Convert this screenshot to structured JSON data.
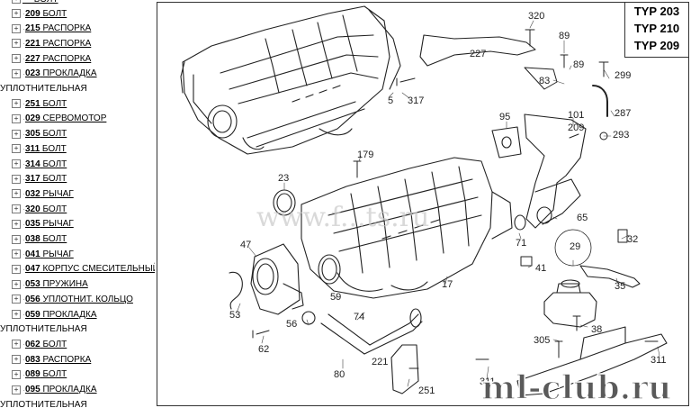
{
  "parts_list": {
    "top_partial": "··· БОЛТ",
    "items": [
      {
        "kind": "part",
        "num": "209",
        "name": "БОЛТ"
      },
      {
        "kind": "part",
        "num": "215",
        "name": "РАСПОРКА"
      },
      {
        "kind": "part",
        "num": "221",
        "name": "РАСПОРКА"
      },
      {
        "kind": "part",
        "num": "227",
        "name": "РАСПОРКА"
      },
      {
        "kind": "part",
        "num": "023",
        "name": "ПРОКЛАДКА"
      },
      {
        "kind": "group",
        "label": "УПЛОТНИТЕЛЬНАЯ"
      },
      {
        "kind": "part",
        "num": "251",
        "name": "БОЛТ"
      },
      {
        "kind": "part",
        "num": "029",
        "name": "СЕРВОМОТОР"
      },
      {
        "kind": "part",
        "num": "305",
        "name": "БОЛТ"
      },
      {
        "kind": "part",
        "num": "311",
        "name": "БОЛТ"
      },
      {
        "kind": "part",
        "num": "314",
        "name": "БОЛТ"
      },
      {
        "kind": "part",
        "num": "317",
        "name": "БОЛТ"
      },
      {
        "kind": "part",
        "num": "032",
        "name": "РЫЧАГ"
      },
      {
        "kind": "part",
        "num": "320",
        "name": "БОЛТ"
      },
      {
        "kind": "part",
        "num": "035",
        "name": "РЫЧАГ"
      },
      {
        "kind": "part",
        "num": "038",
        "name": "БОЛТ"
      },
      {
        "kind": "part",
        "num": "041",
        "name": "РЫЧАГ"
      },
      {
        "kind": "part",
        "num": "047",
        "name": "КОРПУС СМЕСИТЕЛЬНЫЙ"
      },
      {
        "kind": "part",
        "num": "053",
        "name": "ПРУЖИНА"
      },
      {
        "kind": "part",
        "num": "056",
        "name": "УПЛОТНИТ. КОЛЬЦО"
      },
      {
        "kind": "part",
        "num": "059",
        "name": "ПРОКЛАДКА"
      },
      {
        "kind": "group",
        "label": "УПЛОТНИТЕЛЬНАЯ"
      },
      {
        "kind": "part",
        "num": "062",
        "name": "БОЛТ"
      },
      {
        "kind": "part",
        "num": "083",
        "name": "РАСПОРКА"
      },
      {
        "kind": "part",
        "num": "089",
        "name": "БОЛТ"
      },
      {
        "kind": "part",
        "num": "095",
        "name": "ПРОКЛАДКА"
      },
      {
        "kind": "group",
        "label": "УПЛОТНИТЕЛЬНАЯ"
      }
    ]
  },
  "diagram": {
    "typ_labels": [
      "TYP 203",
      "TYP 210",
      "TYP 209"
    ],
    "watermarks": [
      "www.f...ts.ru",
      "ml-club.ru"
    ],
    "callouts": [
      "320",
      "227",
      "89",
      "89",
      "83",
      "299",
      "5",
      "317",
      "95",
      "101",
      "209",
      "287",
      "293",
      "179",
      "23",
      "65",
      "71",
      "32",
      "29",
      "47",
      "41",
      "35",
      "59",
      "17",
      "53",
      "56",
      "74",
      "62",
      "38",
      "305",
      "80",
      "221",
      "251",
      "311",
      "311"
    ]
  }
}
